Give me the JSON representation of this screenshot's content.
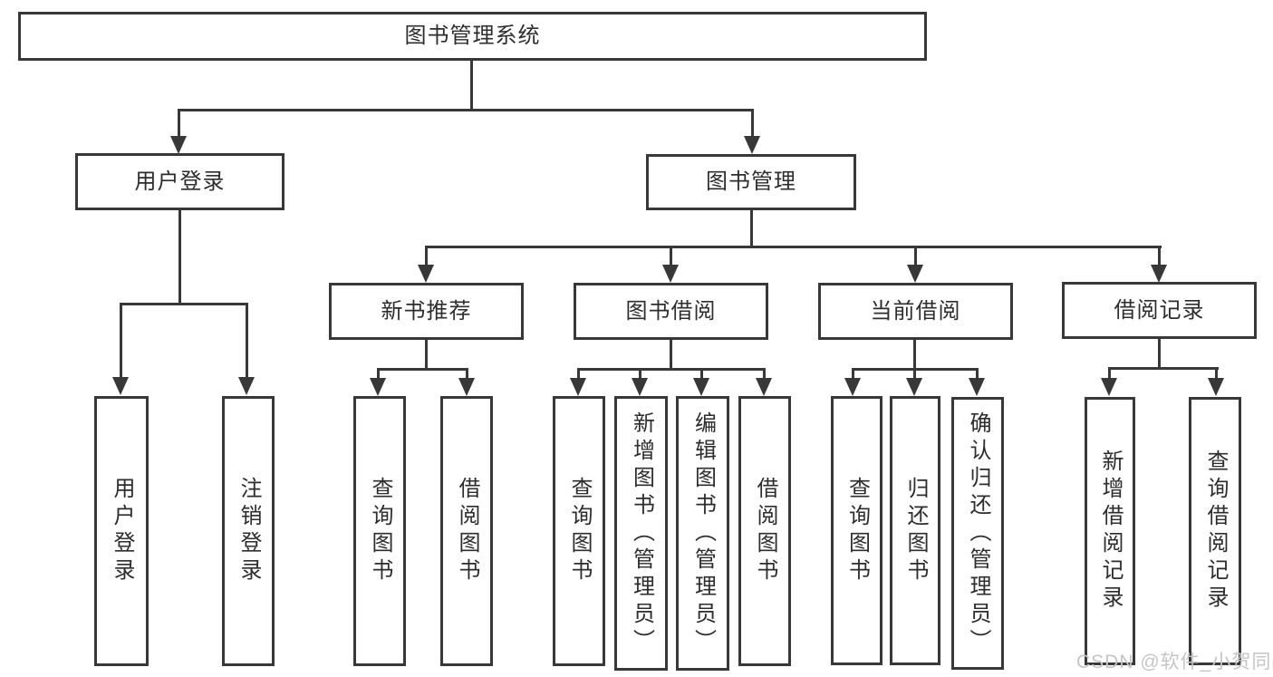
{
  "tree": {
    "label": "图书管理系统",
    "children": [
      {
        "label": "用户登录",
        "children": [
          {
            "label": "用户登录"
          },
          {
            "label": "注销登录"
          }
        ]
      },
      {
        "label": "图书管理",
        "children": [
          {
            "label": "新书推荐",
            "children": [
              {
                "label": "查询图书"
              },
              {
                "label": "借阅图书"
              }
            ]
          },
          {
            "label": "图书借阅",
            "children": [
              {
                "label": "查询图书"
              },
              {
                "label": "新增图书（管理员）"
              },
              {
                "label": "编辑图书（管理员）"
              },
              {
                "label": "借阅图书"
              }
            ]
          },
          {
            "label": "当前借阅",
            "children": [
              {
                "label": "查询图书"
              },
              {
                "label": "归还图书"
              },
              {
                "label": "确认归还（管理员）"
              }
            ]
          },
          {
            "label": "借阅记录",
            "children": [
              {
                "label": "新增借阅记录"
              },
              {
                "label": "查询借阅记录"
              }
            ]
          }
        ]
      }
    ]
  },
  "watermark": "CSDN @软件_小贺同学",
  "colors": {
    "line": "#383838",
    "text": "#2d2d2d",
    "watermark": "#c5c5c5",
    "background": "#ffffff"
  }
}
